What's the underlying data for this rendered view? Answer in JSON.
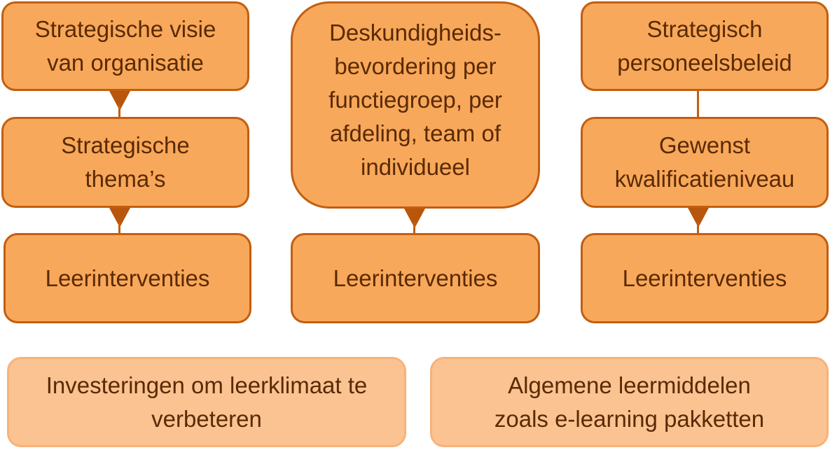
{
  "left_column": {
    "top": "Strategische visie van organisatie",
    "middle": "Strategische thema’s",
    "bottom": "Leerinterventies"
  },
  "center_column": {
    "top": "Deskundigheids-bevordering per functiegroep, per afdeling, team of individueel",
    "bottom": "Leerinterventies"
  },
  "right_column": {
    "top": "Strategisch personeelsbeleid",
    "middle": "Gewenst kwalificatieniveau",
    "bottom": "Leerinterventies"
  },
  "bottom_row": {
    "left": "Investeringen om leerklimaat te verbeteren",
    "right": "Algemene leermiddelen zoals e-learning pakketten"
  }
}
